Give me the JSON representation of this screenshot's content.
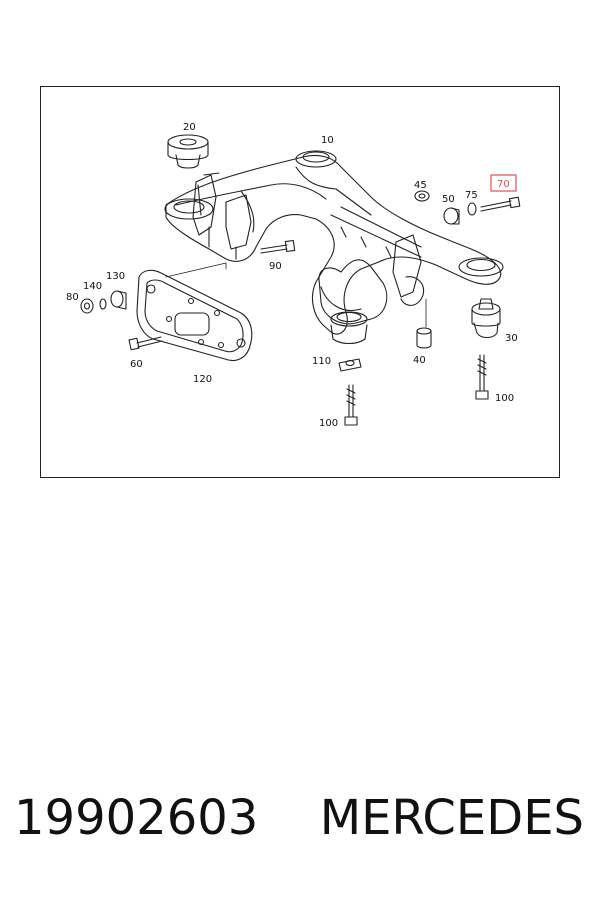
{
  "diagram": {
    "callouts": [
      "10",
      "20",
      "30",
      "40",
      "45",
      "50",
      "60",
      "70",
      "75",
      "80",
      "90",
      "100",
      "100",
      "110",
      "120",
      "130",
      "140"
    ],
    "highlighted_callout": "70",
    "highlight_color": "#e05050"
  },
  "footer": {
    "part_number": "19902603",
    "brand": "MERCEDES"
  }
}
